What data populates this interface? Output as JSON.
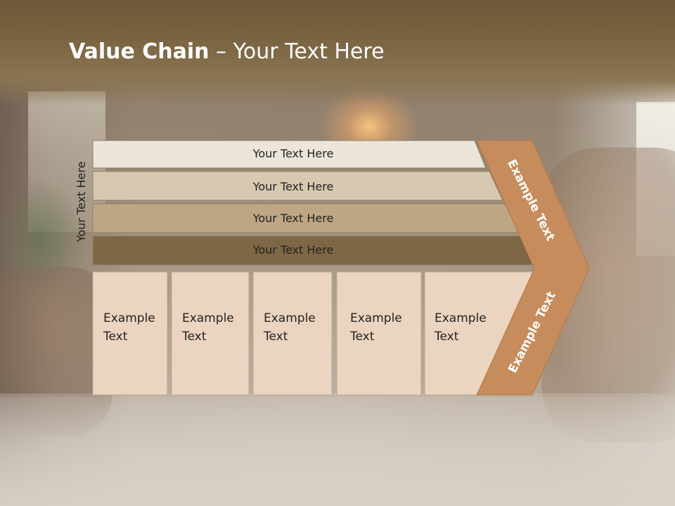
{
  "title": {
    "bold": "Value Chain",
    "rest": " – Your Text Here"
  },
  "side_label": "Your Text Here",
  "rows": [
    {
      "label": "Your Text Here",
      "fill": "#ece5da"
    },
    {
      "label": "Your Text Here",
      "fill": "#d7c8b0"
    },
    {
      "label": "Your Text Here",
      "fill": "#bea684"
    },
    {
      "label": "Your Text Here",
      "fill": "#7e6745"
    }
  ],
  "boxes": [
    {
      "label": "Example\nText"
    },
    {
      "label": "Example\nText"
    },
    {
      "label": "Example\nText"
    },
    {
      "label": "Example\nText"
    },
    {
      "label": "Example\nText"
    }
  ],
  "chevron": {
    "upper_label": "Example Text",
    "lower_label": "Example Text",
    "fill": "#c78c5b",
    "stroke": "#b07a4d"
  },
  "colors": {
    "box_fill": "#ecd5c0",
    "box_stroke": "#b8a894",
    "row_stroke": "#8f7f6a",
    "header": "#7a6442"
  }
}
